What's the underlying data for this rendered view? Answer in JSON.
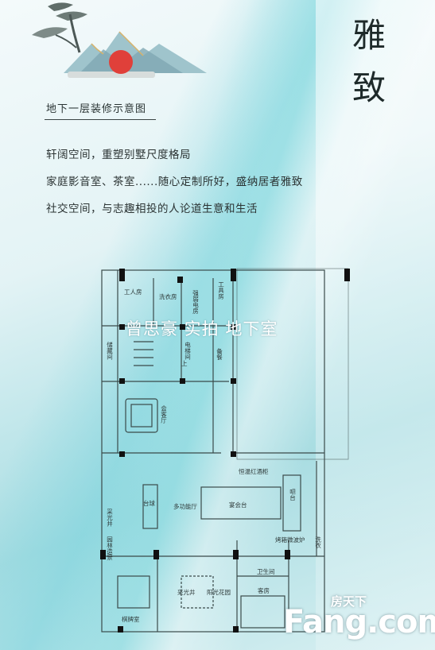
{
  "page": {
    "vertical_title": [
      "雅",
      "致"
    ],
    "subtitle": "地下一层装修示意图",
    "description": [
      "轩阔空间，重塑别墅尺度格局",
      "家庭影音室、茶室......随心定制所好，盛纳居者雅致",
      "社交空间，与志趣相投的人论道生意和生活"
    ]
  },
  "floor_plan": {
    "rooms": {
      "workroom": "工人房",
      "laundry": "洗衣房",
      "strong_electric": "强弱电房",
      "tool_room": "工具房",
      "storage": "储藏间",
      "stair": "电梯间",
      "stair_up": "上",
      "pantry": "备餐",
      "meeting": "会客厅",
      "wine": "恒温红酒柜",
      "billiards": "台球",
      "multi": "多功能厅",
      "banquet": "宴会台",
      "bar": "吧台",
      "kitchen": "烤箱微波炉",
      "lightwell_left": "采光井",
      "garden_view": "园林造景",
      "bathroom": "卫生间",
      "lightwell": "采光井",
      "sunken_garden": "阳光花园",
      "guest": "客房",
      "chess": "棋牌室",
      "wash": "洗衣"
    }
  },
  "watermark": "曾思豪 实拍 地下室",
  "logo": {
    "cn": "房天下",
    "main": "Fang.com"
  },
  "colors": {
    "accent_red": "#e0403a",
    "text_dark": "#1e2a2a",
    "plan_line": "#3a4a4a"
  }
}
